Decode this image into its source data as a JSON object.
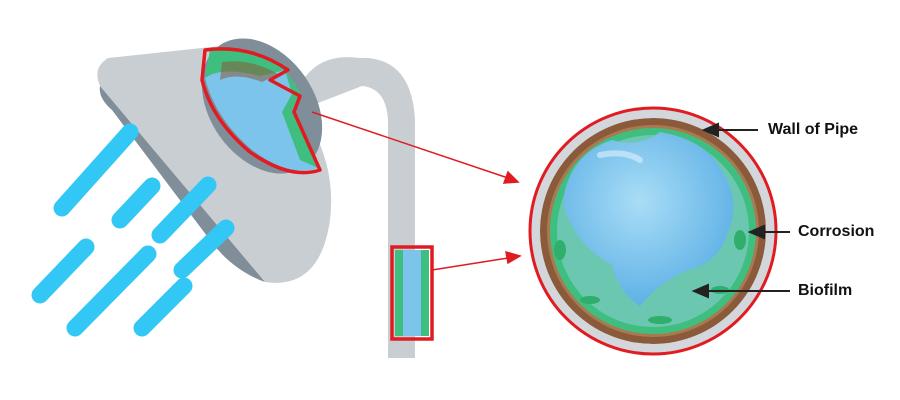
{
  "labels": {
    "wall": "Wall of Pipe",
    "corrosion": "Corrosion",
    "biofilm": "Biofilm"
  },
  "colors": {
    "pipe_gray": "#c9ced3",
    "head_dark": "#7f8e99",
    "water_blue": "#33c7f5",
    "interior_blue": "#7cc4ec",
    "biofilm_green": "#3fbf7f",
    "biofilm_teal": "#6cc7b0",
    "corrosion_brown": "#8a5a3a",
    "highlight_red": "#e11b22",
    "label_dark": "#222222"
  }
}
